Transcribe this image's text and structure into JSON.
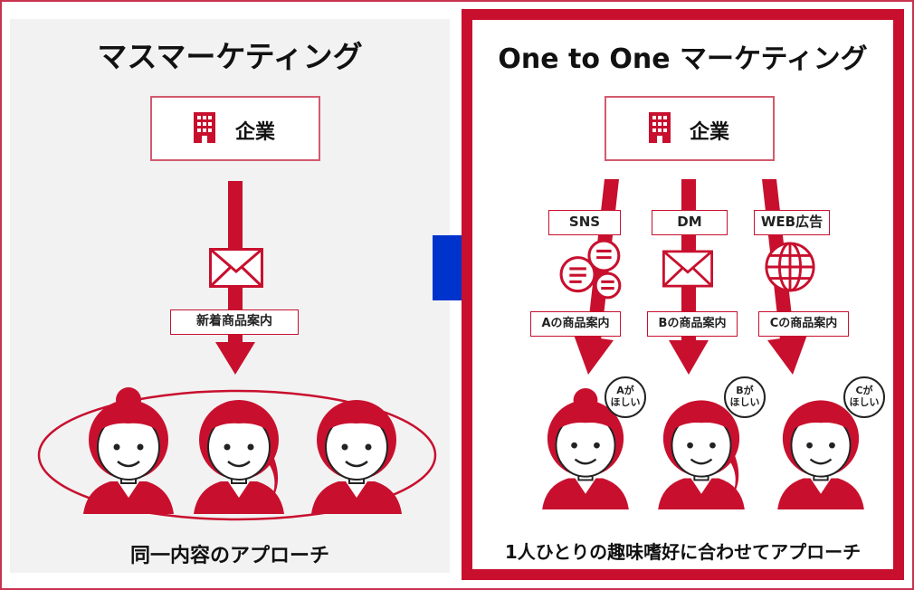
{
  "left": {
    "title": "マスマーケティング",
    "company_label": "企業",
    "message_label": "新着商品案内",
    "caption": "同一内容のアプローチ"
  },
  "right": {
    "title": "One to One マーケティング",
    "company_label": "企業",
    "channels": [
      {
        "channel": "SNS",
        "message": "Aの商品案内",
        "bubble_line1": "Aが",
        "bubble_line2": "ほしい"
      },
      {
        "channel": "DM",
        "message": "Bの商品案内",
        "bubble_line1": "Bが",
        "bubble_line2": "ほしい"
      },
      {
        "channel": "WEB広告",
        "message": "Cの商品案内",
        "bubble_line1": "Cが",
        "bubble_line2": "ほしい"
      }
    ],
    "caption": "1人ひとりの趣味嗜好に合わせてアプローチ"
  },
  "colors": {
    "accent_red": "#c8102e",
    "arrow_blue": "#0033cc",
    "frame_pink": "#c8324f"
  }
}
